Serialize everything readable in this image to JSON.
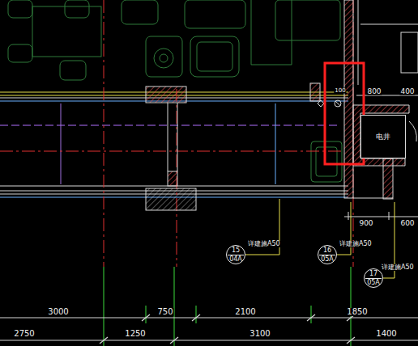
{
  "diagram": {
    "nodes": [
      {
        "text": [
          "电井"
        ]
      },
      {
        "text": [
          "15",
          "04A"
        ]
      },
      {
        "text": [
          "16",
          "05A"
        ]
      },
      {
        "text": [
          "17",
          "05A"
        ]
      }
    ],
    "labels": [
      "100",
      "800",
      "400",
      "900",
      "600",
      "详建施A50",
      "详建施A50",
      "详建施A50",
      "3000",
      "750",
      "2100",
      "1850",
      "2750",
      "1250",
      "3100",
      "1400"
    ]
  }
}
